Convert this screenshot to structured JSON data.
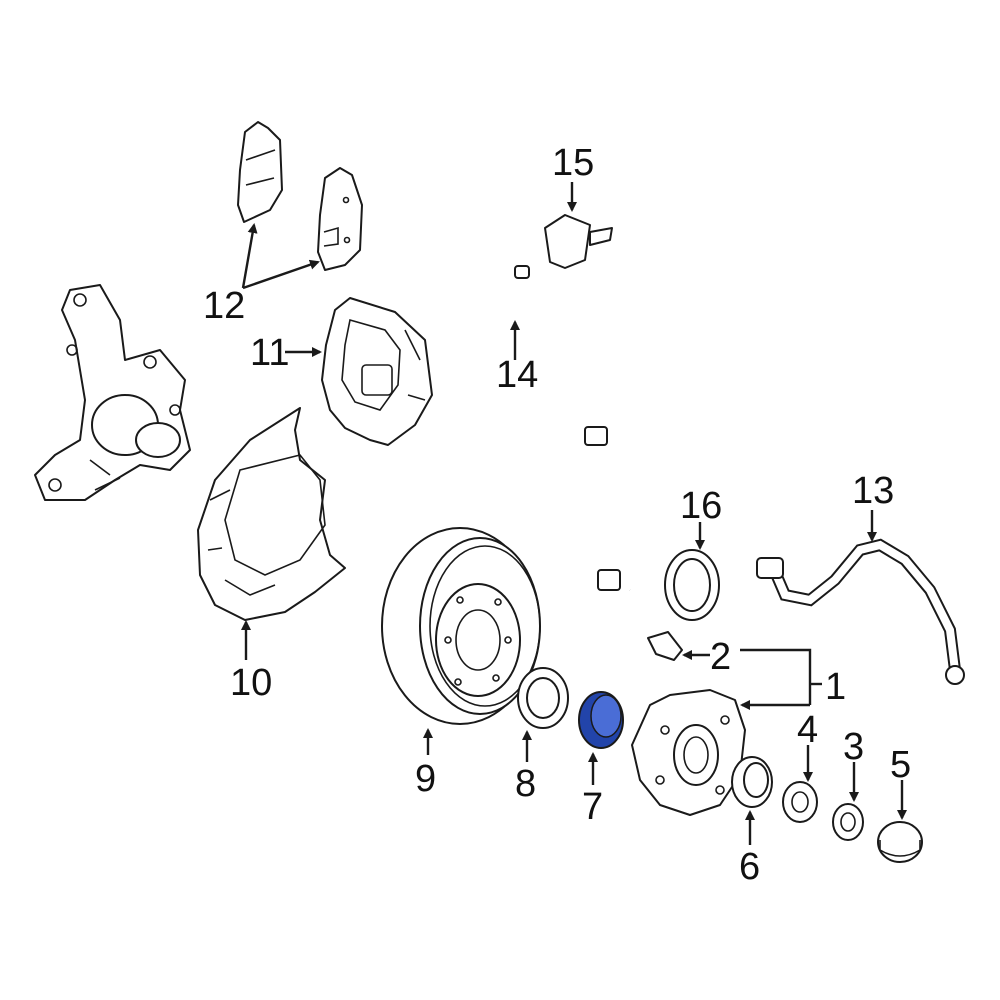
{
  "highlight_color": "#2244aa",
  "callouts": {
    "c1": "1",
    "c2": "2",
    "c3": "3",
    "c4": "4",
    "c5": "5",
    "c6": "6",
    "c7": "7",
    "c8": "8",
    "c9": "9",
    "c10": "10",
    "c11": "11",
    "c12": "12",
    "c13": "13",
    "c14": "14",
    "c15": "15",
    "c16": "16"
  }
}
